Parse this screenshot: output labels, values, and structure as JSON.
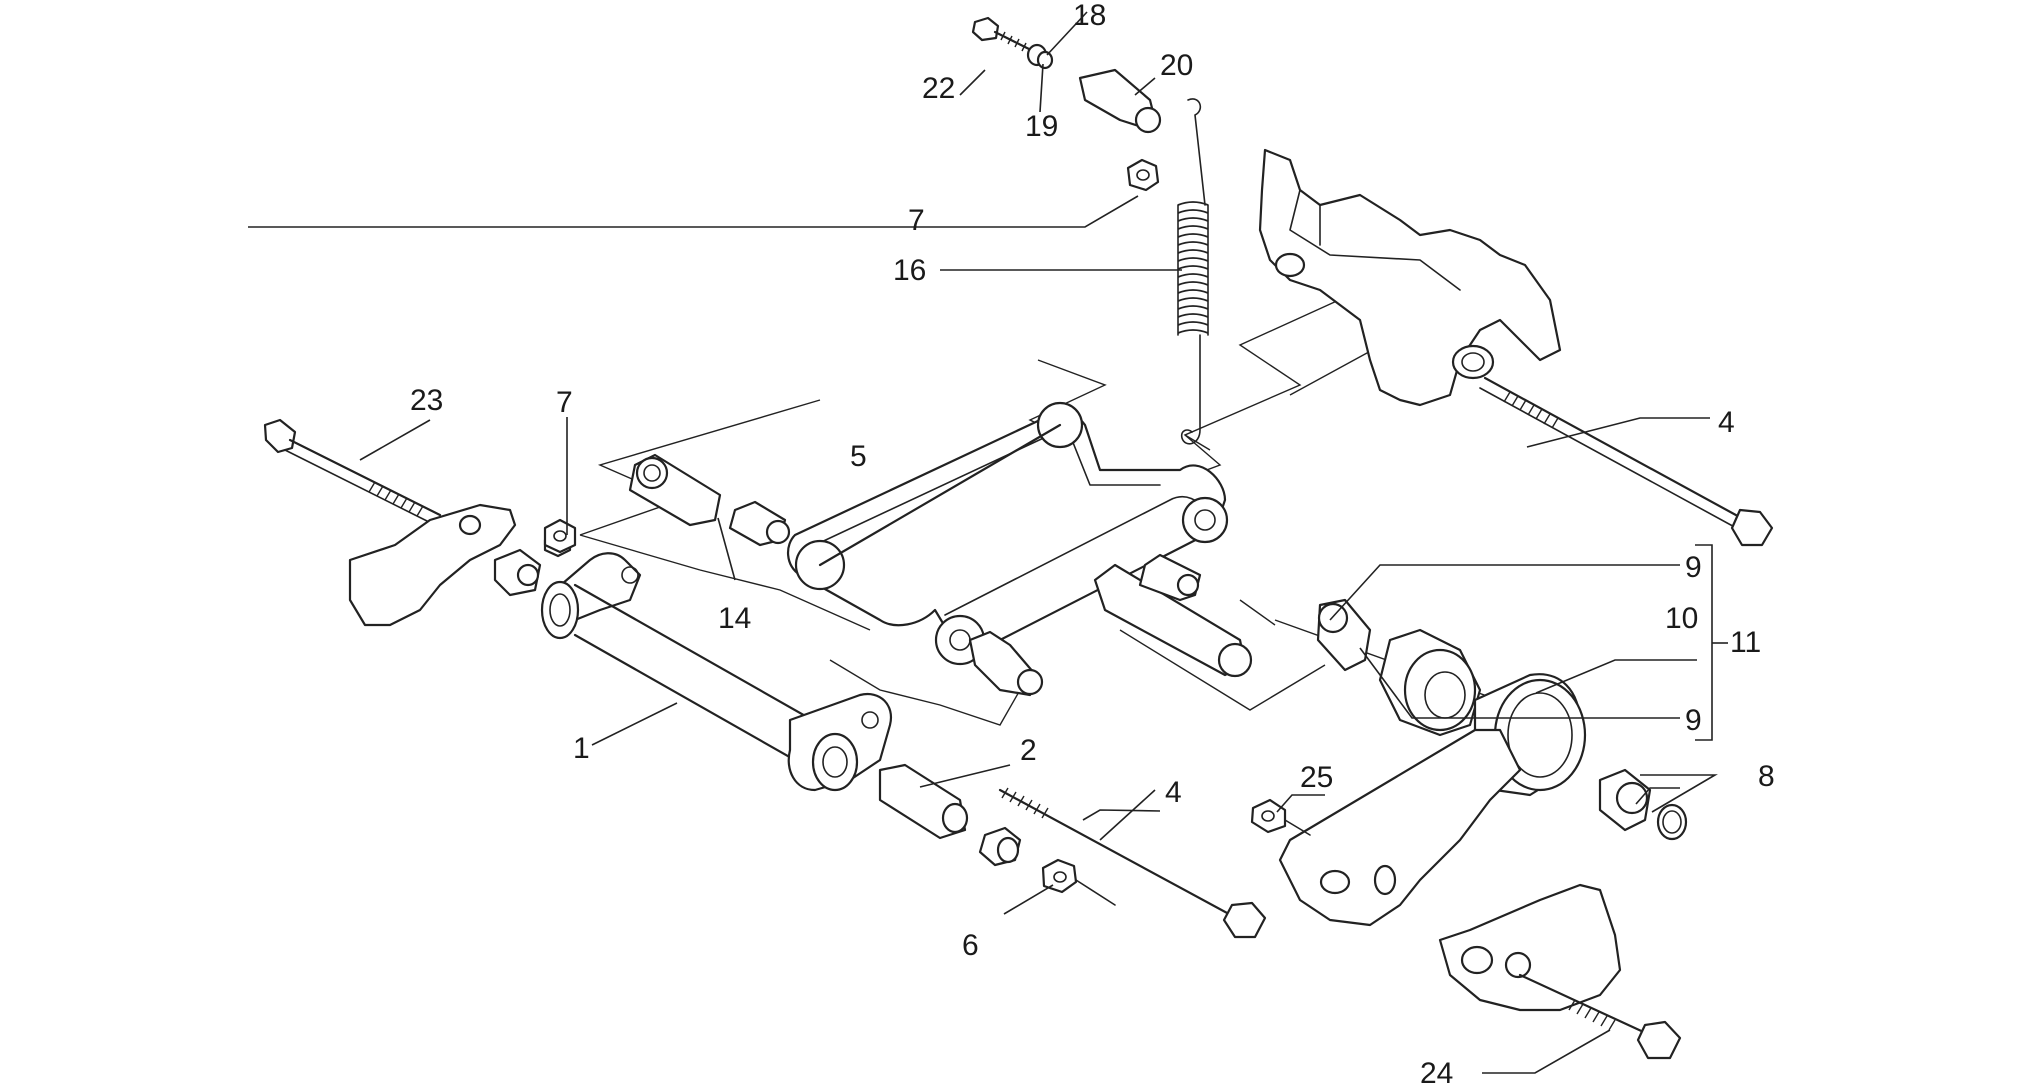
{
  "figure": {
    "title": "",
    "background_color": "#ffffff",
    "line_color": "#222222"
  },
  "callouts": {
    "c1": "1",
    "c2": "2",
    "c4a": "4",
    "c4b": "4",
    "c5": "5",
    "c6": "6",
    "c7a": "7",
    "c7b": "7",
    "c8": "8",
    "c9a": "9",
    "c9b": "9",
    "c10": "10",
    "c11": "11",
    "c14": "14",
    "c16": "16",
    "c18": "18",
    "c19": "19",
    "c20": "20",
    "c22": "22",
    "c23": "23",
    "c24": "24",
    "c25": "25"
  }
}
